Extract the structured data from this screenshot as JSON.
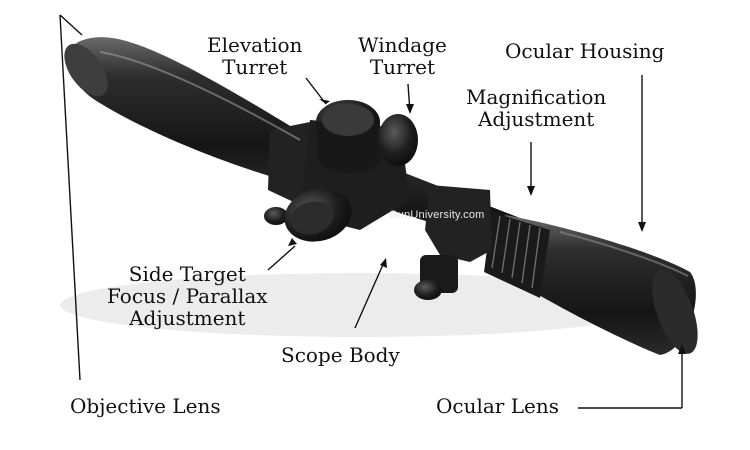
{
  "labels": {
    "elevation_turret": [
      "Elevation",
      "Turret"
    ],
    "windage_turret": [
      "Windage",
      "Turret"
    ],
    "ocular_housing": "Ocular Housing",
    "magnification_adjustment": [
      "Magnification",
      "Adjustment"
    ],
    "side_focus": [
      "Side Target",
      "Focus / Parallax",
      "Adjustment"
    ],
    "scope_body": "Scope Body",
    "objective_lens": "Objective Lens",
    "ocular_lens": "Ocular Lens"
  },
  "watermark": "GunUniversity.com",
  "colors": {
    "ink": "#111111",
    "scope_dark": "#1c1c1c",
    "scope_mid": "#3a3a3a",
    "scope_highlight": "#8a8a8a"
  }
}
